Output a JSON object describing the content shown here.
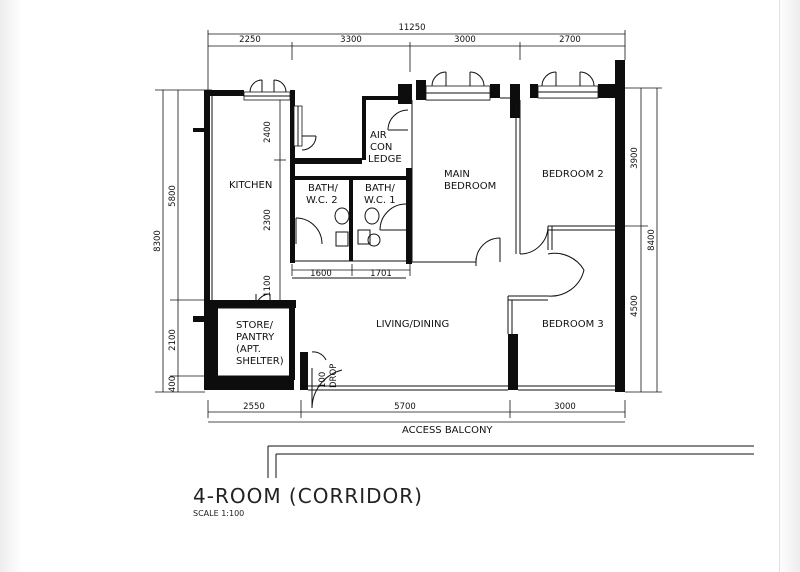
{
  "plan": {
    "title": "4-ROOM (CORRIDOR)",
    "scale": "SCALE  1:100"
  },
  "rooms": {
    "kitchen": "KITCHEN",
    "bath2_l1": "BATH/",
    "bath2_l2": "W.C. 2",
    "bath1_l1": "BATH/",
    "bath1_l2": "W.C. 1",
    "aircon_l1": "AIR",
    "aircon_l2": "CON",
    "aircon_l3": "LEDGE",
    "main_l1": "MAIN",
    "main_l2": "BEDROOM",
    "bedroom2": "BEDROOM 2",
    "bedroom3": "BEDROOM 3",
    "living": "LIVING/DINING",
    "store_l1": "STORE/",
    "store_l2": "PANTRY",
    "store_l3": "(APT.",
    "store_l4": "SHELTER)",
    "refuse_l1": "100",
    "refuse_l2": "DROP",
    "balcony": "ACCESS BALCONY"
  },
  "dims": {
    "top_total": "11250",
    "top": [
      "2250",
      "3300",
      "3000",
      "2700"
    ],
    "bottom": [
      "2550",
      "5700",
      "3000"
    ],
    "left_total": "8300",
    "left_upper": "5800",
    "left_lower": "2100",
    "left_bottom": "400",
    "inner_v1": "2400",
    "inner_v2": "2300",
    "inner_v3": "1100",
    "inner_h1": "1600",
    "inner_h2": "1701",
    "right_total": "8400",
    "right_upper": "3900",
    "right_lower": "4500"
  }
}
